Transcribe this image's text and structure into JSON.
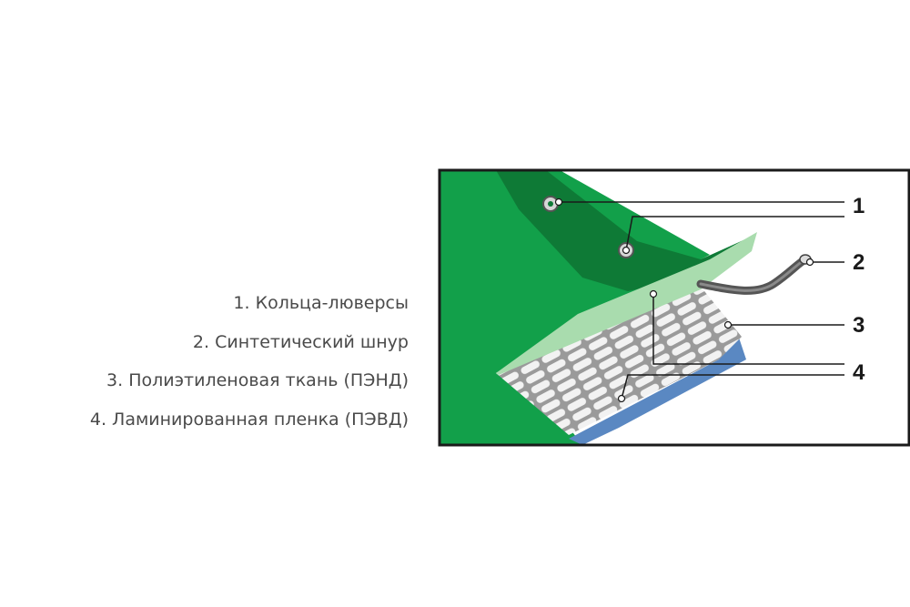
{
  "legend": {
    "items": [
      "1. Кольца-люверсы",
      "2. Синтетический шнур",
      "3. Полиэтиленовая ткань  (ПЭНД)",
      "4. Ламинированная пленка (ПЭВД)"
    ]
  },
  "callouts": [
    "1",
    "2",
    "3",
    "4"
  ],
  "colors": {
    "tarp_green": "#12a04a",
    "hem_dark_green": "#0e7a36",
    "laminate_light_green": "#a9dcae",
    "weave_white": "#f2f2f2",
    "film_blue": "#5a88c2",
    "frame_black": "#1a1a1a"
  },
  "icons": [
    "grommet-icon",
    "rope-icon",
    "weave-pattern"
  ]
}
